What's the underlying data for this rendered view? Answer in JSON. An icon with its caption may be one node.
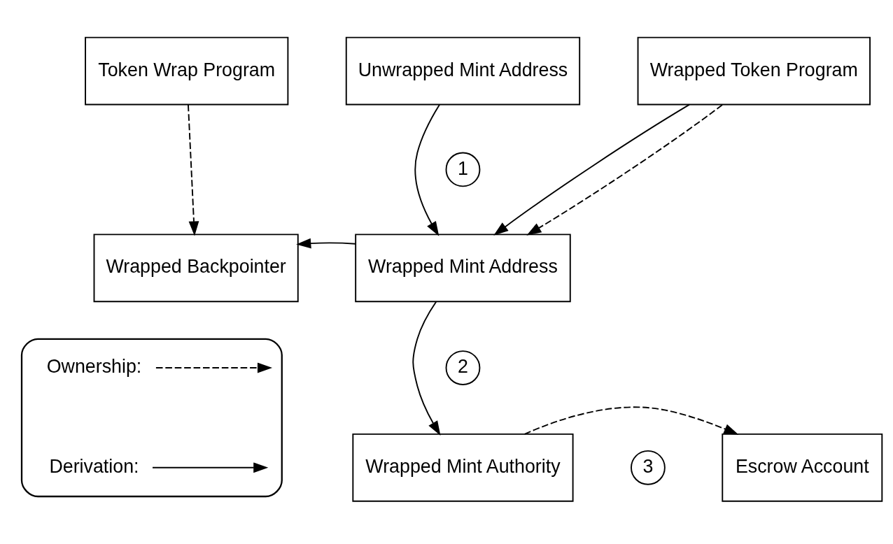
{
  "diagram": {
    "nodes": [
      {
        "text": [
          "Token Wrap Program"
        ]
      },
      {
        "text": [
          "Unwrapped Mint Address"
        ]
      },
      {
        "text": [
          "Wrapped Token Program"
        ]
      },
      {
        "text": [
          "Wrapped Backpointer"
        ]
      },
      {
        "text": [
          "Wrapped Mint Address"
        ]
      },
      {
        "text": [
          "Wrapped Mint Authority"
        ]
      },
      {
        "text": [
          "Escrow Account"
        ]
      },
      {
        "text": [
          "1"
        ]
      },
      {
        "text": [
          "2"
        ]
      },
      {
        "text": [
          "3"
        ]
      },
      {
        "text": [],
        "shape": "box"
      }
    ],
    "edges": [
      {
        "from": 0,
        "to": 3,
        "arrow": "to",
        "style": "dashed"
      },
      {
        "from": 1,
        "to": 4,
        "arrow": "to"
      },
      {
        "from": 2,
        "to": 4,
        "arrow": "to"
      },
      {
        "from": 2,
        "to": 4,
        "arrow": "to",
        "style": "dashed"
      },
      {
        "from": 4,
        "to": 3,
        "arrow": "to"
      },
      {
        "from": 4,
        "to": 5,
        "arrow": "to"
      },
      {
        "from": 5,
        "to": 6,
        "arrow": "to",
        "style": "dashed"
      }
    ],
    "legend": [
      {
        "text": "Ownership:"
      },
      {
        "text": "Derivation:"
      }
    ]
  }
}
